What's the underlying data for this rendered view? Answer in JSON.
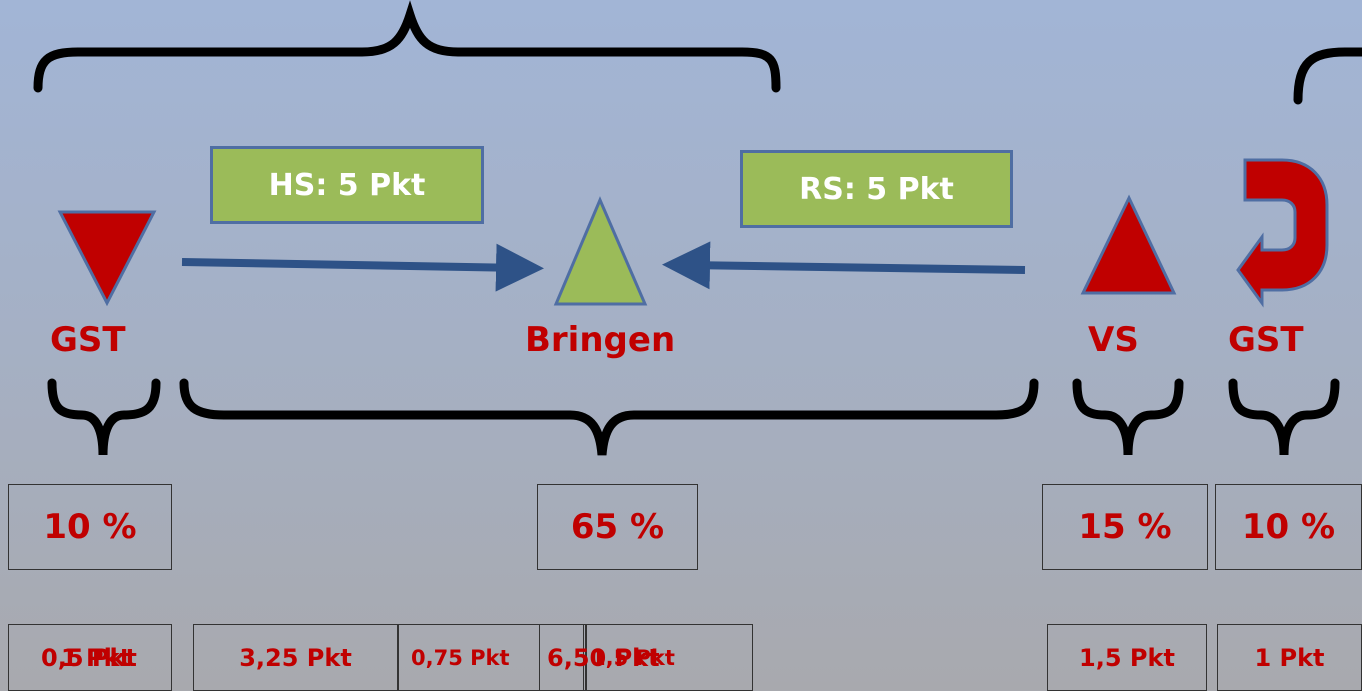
{
  "labels": {
    "gst_left": "GST",
    "bringen": "Bringen",
    "vs": "VS",
    "gst_right": "GST"
  },
  "tags": {
    "hs": "HS: 5 Pkt",
    "rs": "RS: 5 Pkt"
  },
  "percent": {
    "gst_left": "10 %",
    "bringen": "65 %",
    "vs": "15 %",
    "gst_right": "10 %"
  },
  "points": {
    "a1": "0,5 Pkt",
    "a2": "1 Pkt",
    "b": "3,25 Pkt",
    "c": "0,75 Pkt",
    "d1": "6,50 Pkt",
    "d2": "1,5 Pkt",
    "e": "1,5 Pkt",
    "f": "1 Pkt"
  },
  "colors": {
    "red": "#c00000",
    "green": "#9bbb59",
    "arrow_blue": "#2e5287",
    "tag_border": "#4f6ea3",
    "brace": "#000000"
  }
}
